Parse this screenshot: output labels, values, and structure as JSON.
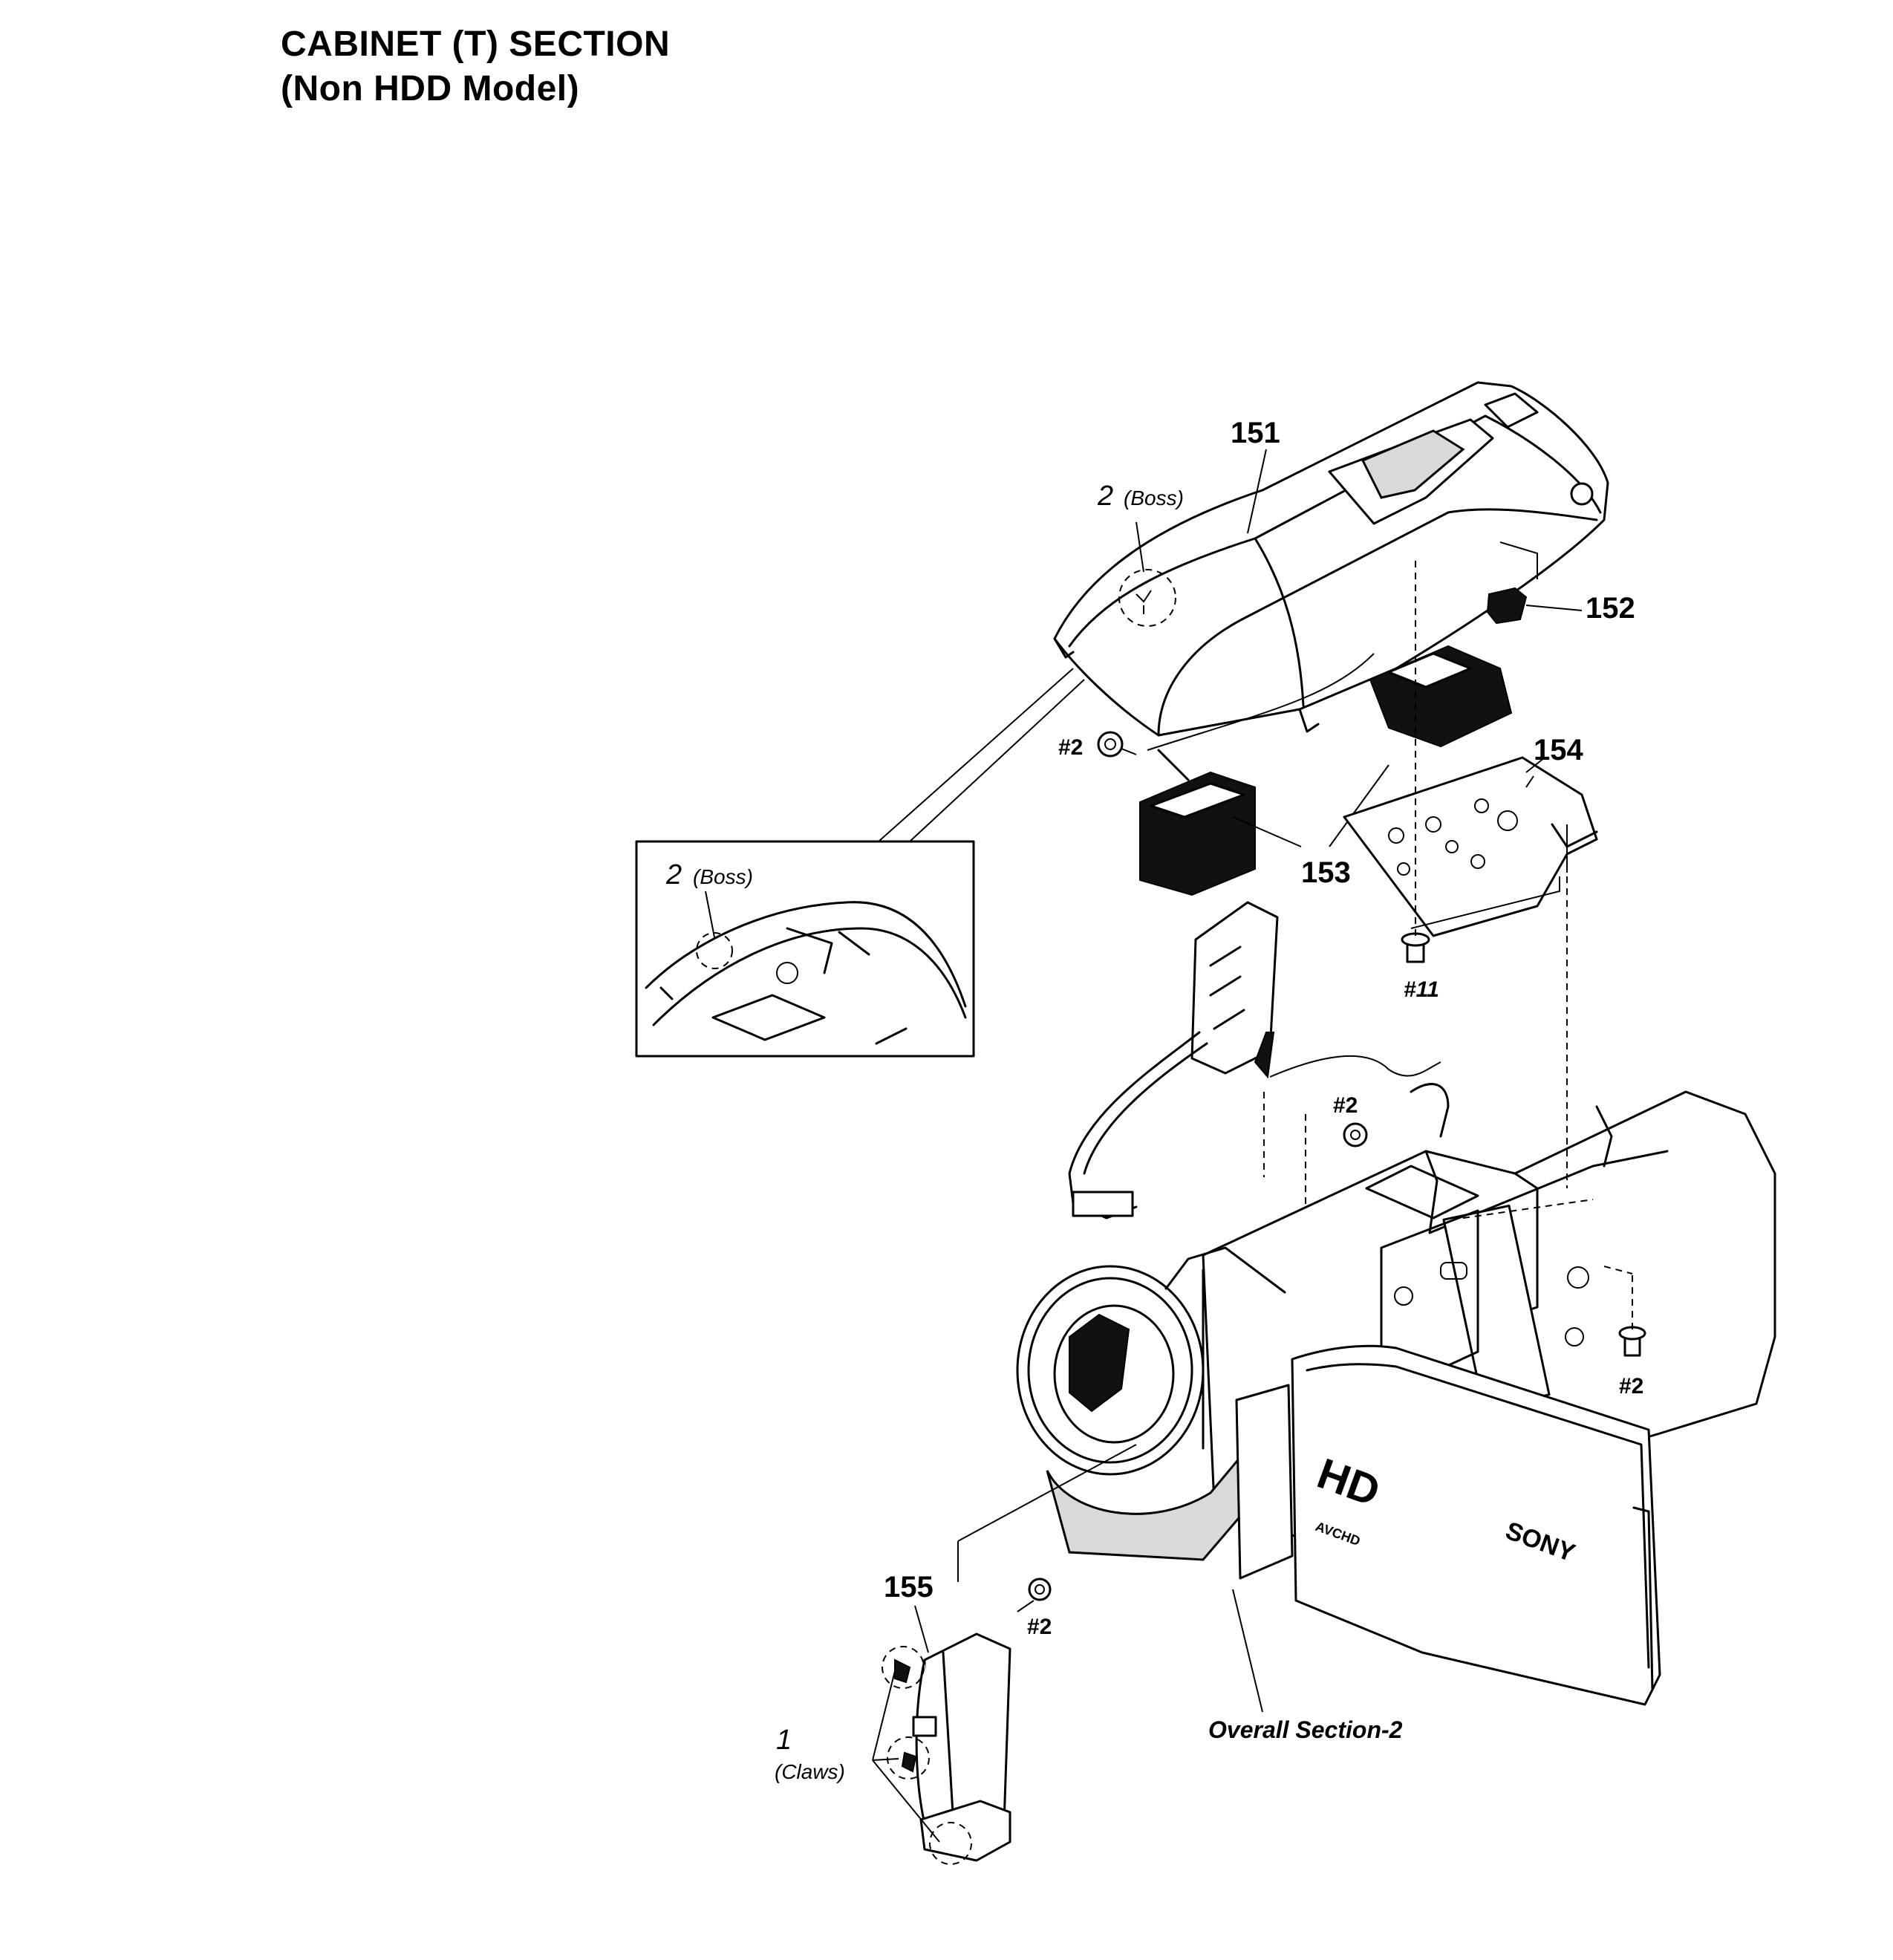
{
  "header": {
    "title": "CABINET (T) SECTION",
    "subtitle": "(Non HDD Model)"
  },
  "parts": {
    "p151": "151",
    "p152": "152",
    "p153": "153",
    "p154": "154",
    "p155": "155"
  },
  "screws": {
    "s2_a": "#2",
    "s2_b": "#2",
    "s2_c": "#2",
    "s2_d": "#2",
    "s11": "#11"
  },
  "callouts": {
    "boss_count_top": "2",
    "boss_top": "(Boss)",
    "boss_count_inset": "2",
    "boss_inset": "(Boss)",
    "claws_count": "1",
    "claws": "(Claws)",
    "overall_section": "Overall Section-2"
  },
  "product_marks": {
    "hd_logo": "HD",
    "hd_sub": "AVCHD",
    "brand": "SONY"
  }
}
